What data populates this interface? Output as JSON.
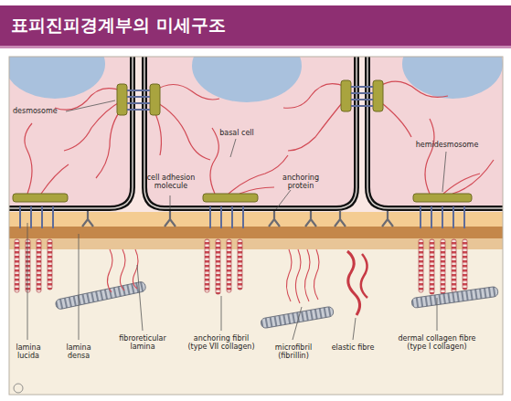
{
  "diagram": {
    "title": "표피진피경계부의 미세구조",
    "labels": [
      "desmosome",
      "basal cell",
      "cell adhesion molecule",
      "anchoring protein",
      "hemidesmosome",
      "lamina lucida",
      "lamina densa",
      "fibroreticular lamina",
      "anchoring fibril (type VII collagen)",
      "microfibril (fibrillin)",
      "elastic fibre",
      "dermal collagen fibre (type I collagen)"
    ]
  }
}
